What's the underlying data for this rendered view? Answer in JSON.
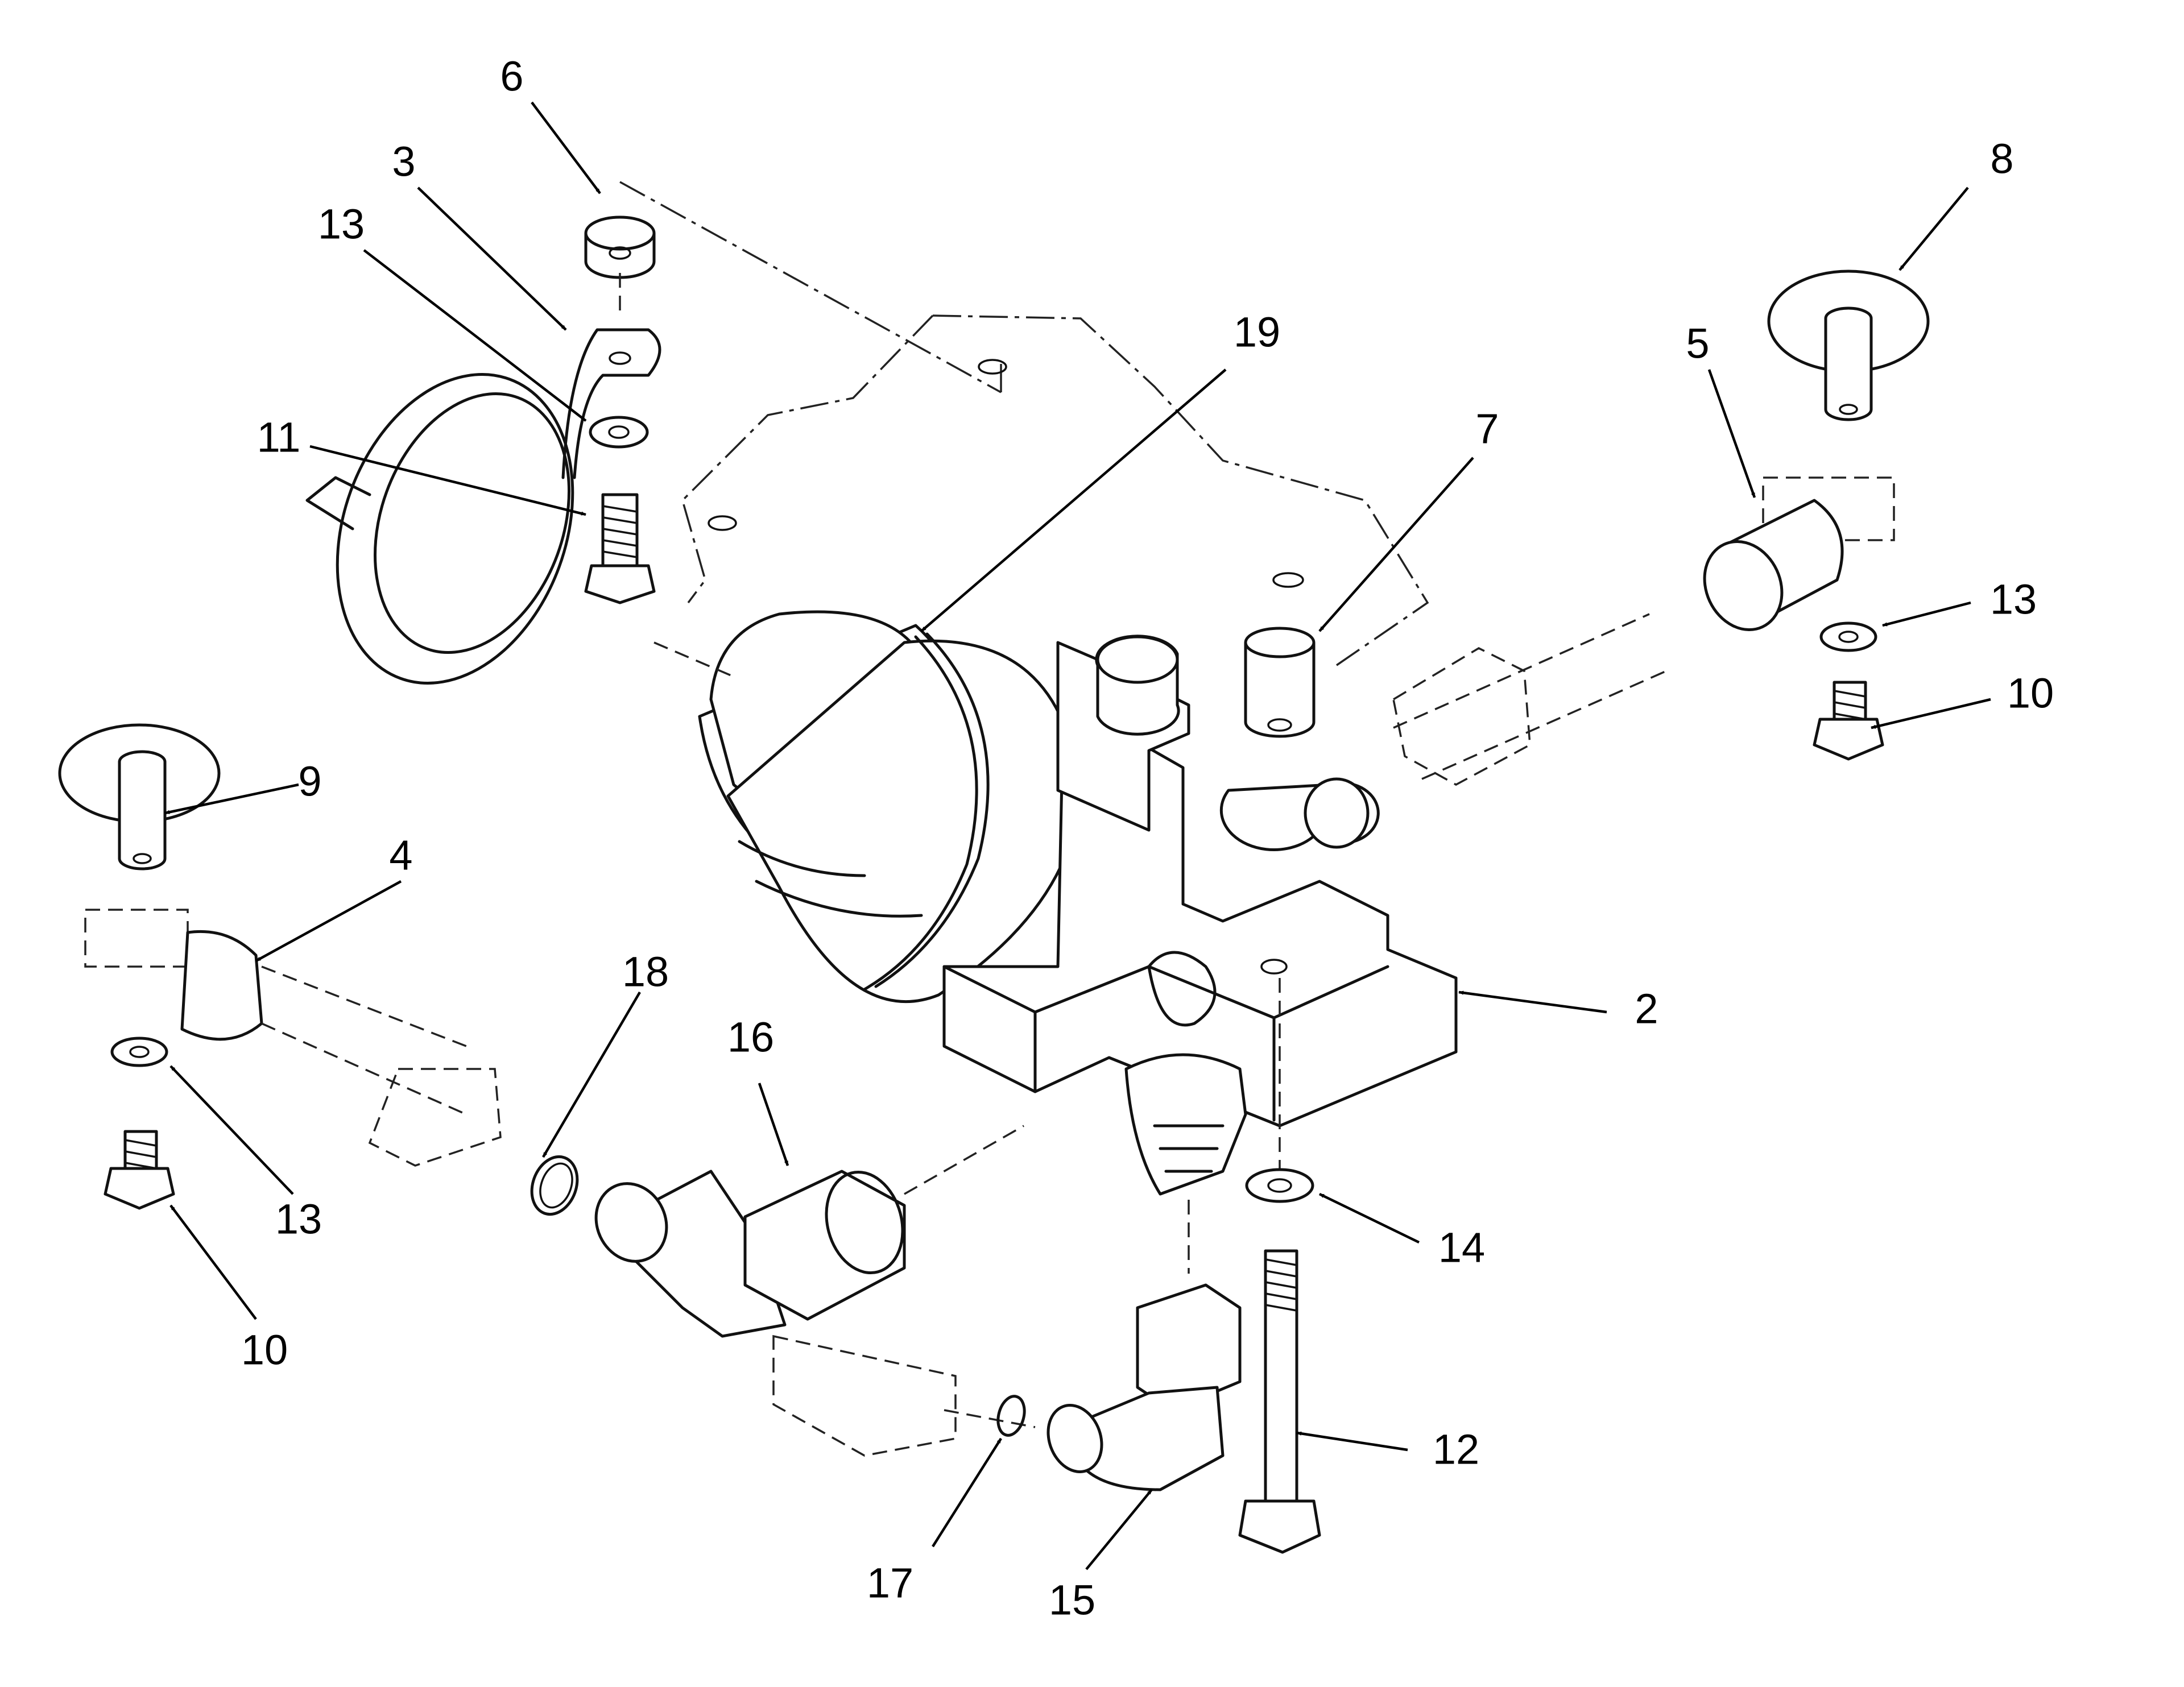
{
  "diagram": {
    "callouts": [
      {
        "id": "c6",
        "label": "6"
      },
      {
        "id": "c3",
        "label": "3"
      },
      {
        "id": "c13a",
        "label": "13"
      },
      {
        "id": "c11",
        "label": "11"
      },
      {
        "id": "c19",
        "label": "19"
      },
      {
        "id": "c8",
        "label": "8"
      },
      {
        "id": "c5",
        "label": "5"
      },
      {
        "id": "c7",
        "label": "7"
      },
      {
        "id": "c13b",
        "label": "13"
      },
      {
        "id": "c10a",
        "label": "10"
      },
      {
        "id": "c9",
        "label": "9"
      },
      {
        "id": "c4",
        "label": "4"
      },
      {
        "id": "c18",
        "label": "18"
      },
      {
        "id": "c16",
        "label": "16"
      },
      {
        "id": "c2",
        "label": "2"
      },
      {
        "id": "c13c",
        "label": "13"
      },
      {
        "id": "c14",
        "label": "14"
      },
      {
        "id": "c10b",
        "label": "10"
      },
      {
        "id": "c12",
        "label": "12"
      },
      {
        "id": "c17",
        "label": "17"
      },
      {
        "id": "c15",
        "label": "15"
      }
    ]
  }
}
